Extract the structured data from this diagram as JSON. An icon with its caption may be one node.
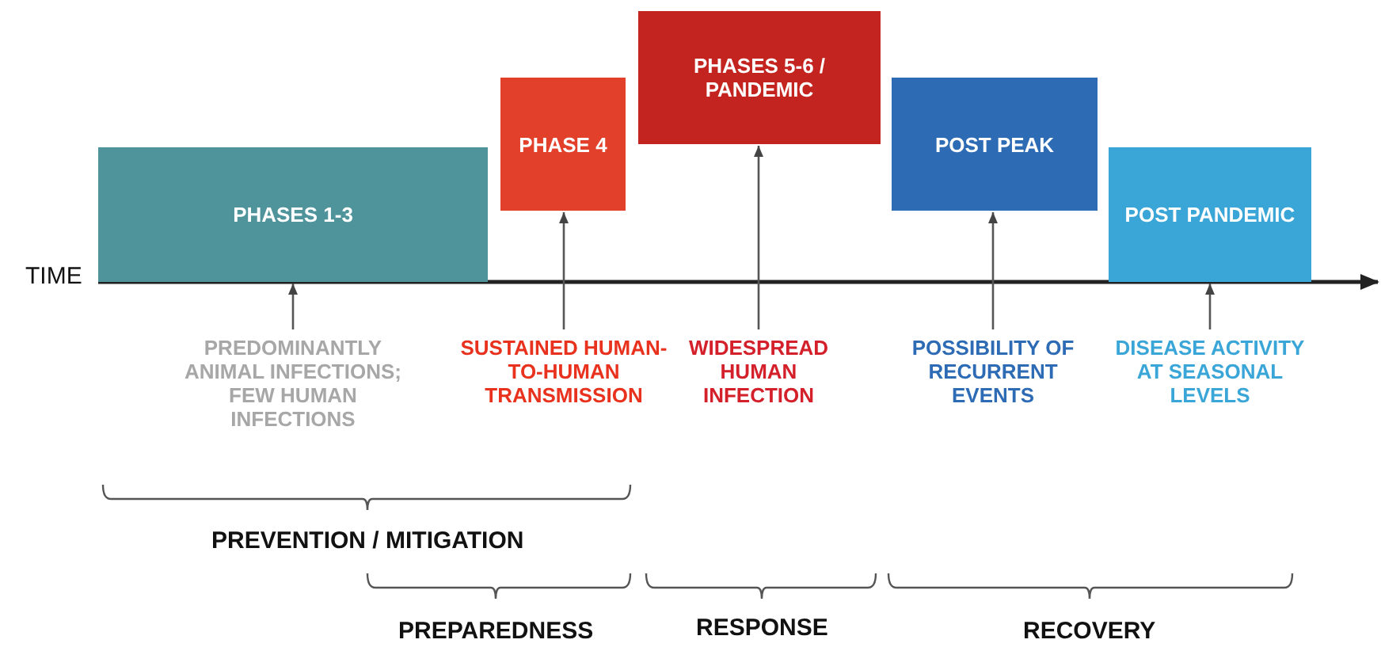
{
  "diagram": {
    "nodes": [
      {
        "text": [
          "PHASES 1-3"
        ]
      },
      {
        "text": [
          "PHASE 4"
        ]
      },
      {
        "text": [
          "PHASES 5-6 / PANDEMIC"
        ]
      },
      {
        "text": [
          "POST PEAK"
        ]
      },
      {
        "text": [
          "POST PANDEMIC"
        ]
      },
      {
        "text": [
          "PREDOMINANTLY ANIMAL INFECTIONS; FEW HUMAN INFECTIONS"
        ]
      },
      {
        "text": [
          "SUSTAINED HUMAN-TO-HUMAN TRANSMISSION"
        ]
      },
      {
        "text": [
          "WIDESPREAD HUMAN INFECTION"
        ]
      },
      {
        "text": [
          "POSSIBILITY OF RECURRENT EVENTS"
        ]
      },
      {
        "text": [
          "DISEASE ACTIVITY AT SEASONAL LEVELS"
        ]
      }
    ],
    "edges": [
      {
        "from": 5,
        "to": 0,
        "arrow": "to"
      },
      {
        "from": 6,
        "to": 1,
        "arrow": "to"
      },
      {
        "from": 7,
        "to": 2,
        "arrow": "to"
      },
      {
        "from": 8,
        "to": 3,
        "arrow": "to"
      },
      {
        "from": 9,
        "to": 4,
        "arrow": "to"
      }
    ],
    "labels": [
      "TIME",
      "PREVENTION / MITIGATION",
      "PREPAREDNESS",
      "RESPONSE",
      "RECOVERY"
    ]
  }
}
